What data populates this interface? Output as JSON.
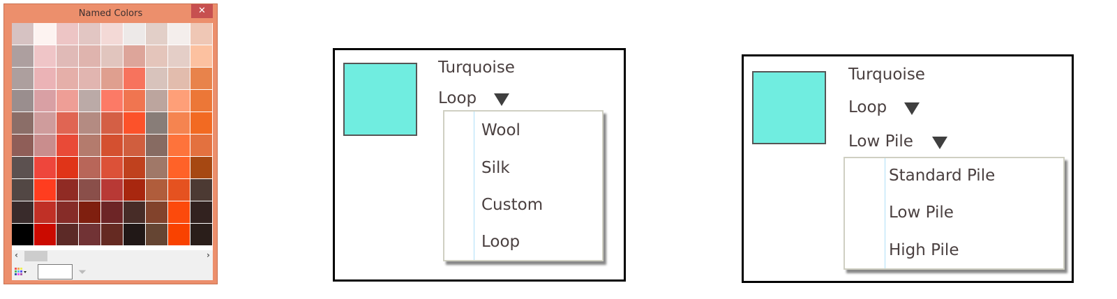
{
  "palette_window": {
    "title": "Named Colors",
    "close_label": "✕",
    "scroll_left": "‹",
    "scroll_right": "›",
    "swatches": [
      [
        "#d6c2c2",
        "#fdf3f1",
        "#edc5c5",
        "#e2c6c3",
        "#f3d9d6",
        "#ede9e8",
        "#e2cfc8",
        "#f4eeec",
        "#efc7b5"
      ],
      [
        "#ad9f9f",
        "#efc5c7",
        "#e0bab7",
        "#dfb4ae",
        "#e1c5be",
        "#dda59a",
        "#e4c5bb",
        "#e4cec7",
        "#fcc1a0"
      ],
      [
        "#ad9f9e",
        "#ebb3b6",
        "#e5afa9",
        "#e1b5b0",
        "#df9f8f",
        "#f7735d",
        "#d8c3bc",
        "#e2bcad",
        "#e8834b"
      ],
      [
        "#9a8e8e",
        "#d9a0a4",
        "#ee9e96",
        "#bbaaa7",
        "#fc7a66",
        "#f07550",
        "#bca59e",
        "#fe9f78",
        "#ec7737"
      ],
      [
        "#8b6e68",
        "#cf9c9c",
        "#e06553",
        "#b48b82",
        "#d45f45",
        "#fc522a",
        "#887d78",
        "#f58450",
        "#f26a22"
      ],
      [
        "#8f5e58",
        "#c98d8d",
        "#e94a37",
        "#b47b6d",
        "#d45030",
        "#d05e3e",
        "#876b62",
        "#fe733b",
        "#e3713f"
      ],
      [
        "#5c5150",
        "#ee463c",
        "#e03418",
        "#b86659",
        "#dc5138",
        "#c0411e",
        "#a07868",
        "#ff6228",
        "#a64812"
      ],
      [
        "#524744",
        "#ff3d1f",
        "#902b24",
        "#8a4f4a",
        "#b83935",
        "#a8270f",
        "#b05d3c",
        "#e55220",
        "#4c3a33"
      ],
      [
        "#392b2b",
        "#c03026",
        "#862c28",
        "#7f1f0f",
        "#6d2526",
        "#472c27",
        "#82432c",
        "#fc4a0c",
        "#32221f"
      ],
      [
        "#000000",
        "#cb0a00",
        "#5c2a27",
        "#713335",
        "#652a22",
        "#211817",
        "#654533",
        "#f94200",
        "#2a1e1a"
      ]
    ]
  },
  "panel1": {
    "color_name": "Turquoise",
    "swatch_color": "#70ede0",
    "selected": "Loop",
    "menu_items": [
      "Wool",
      "Silk",
      "Custom",
      "Loop"
    ]
  },
  "panel2": {
    "color_name": "Turquoise",
    "swatch_color": "#70ede0",
    "selected": "Loop",
    "selected2": "Low Pile",
    "menu_items": [
      "Standard Pile",
      "Low Pile",
      "High Pile"
    ]
  }
}
